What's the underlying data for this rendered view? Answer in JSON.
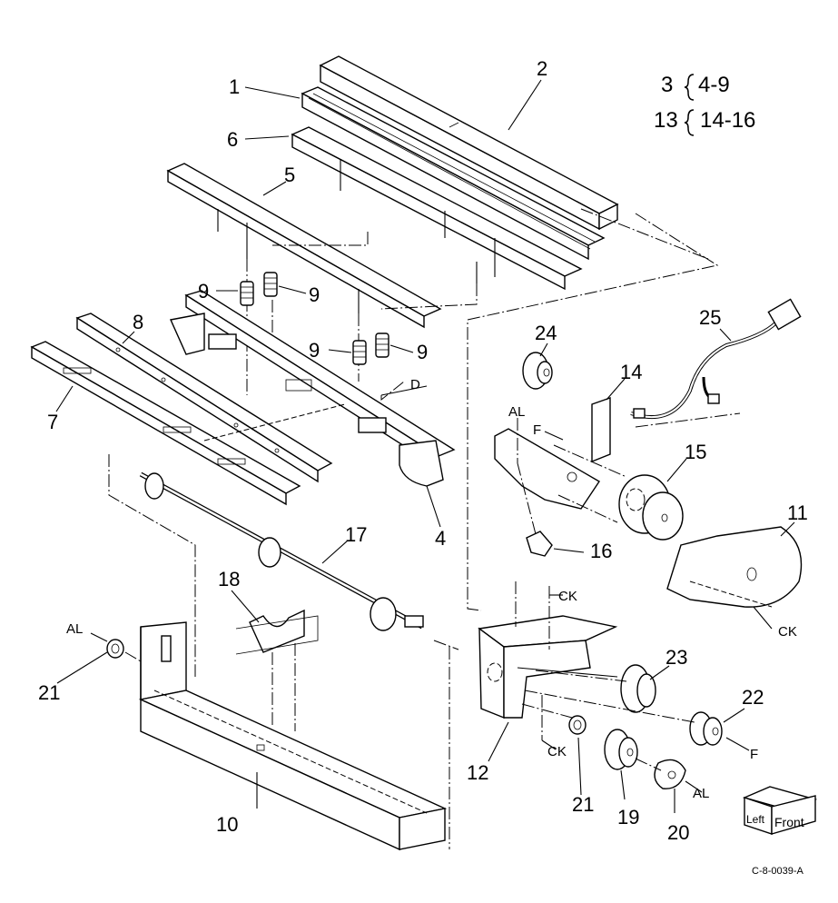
{
  "callouts": {
    "c1": "1",
    "c2": "2",
    "c3": "3",
    "c4": "4",
    "c5": "5",
    "c6": "6",
    "c7": "7",
    "c8": "8",
    "c9a": "9",
    "c9b": "9",
    "c9c": "9",
    "c9d": "9",
    "c10": "10",
    "c11": "11",
    "c12": "12",
    "c13": "13",
    "c14": "14",
    "c15": "15",
    "c16": "16",
    "c17": "17",
    "c18": "18",
    "c19": "19",
    "c20": "20",
    "c21a": "21",
    "c21b": "21",
    "c22": "22",
    "c23": "23",
    "c24": "24",
    "c25": "25"
  },
  "legend": {
    "row1_parent": "3",
    "row1_range": "4-9",
    "row2_parent": "13",
    "row2_range": "14-16"
  },
  "references": {
    "al1": "AL",
    "al2": "AL",
    "al3": "AL",
    "f1": "F",
    "f2": "F",
    "ck1": "CK",
    "ck2": "CK",
    "ck3": "CK",
    "d": "D"
  },
  "orientation_box": {
    "left": "Left",
    "front": "Front"
  },
  "figure_id": "C-8-0039-A"
}
